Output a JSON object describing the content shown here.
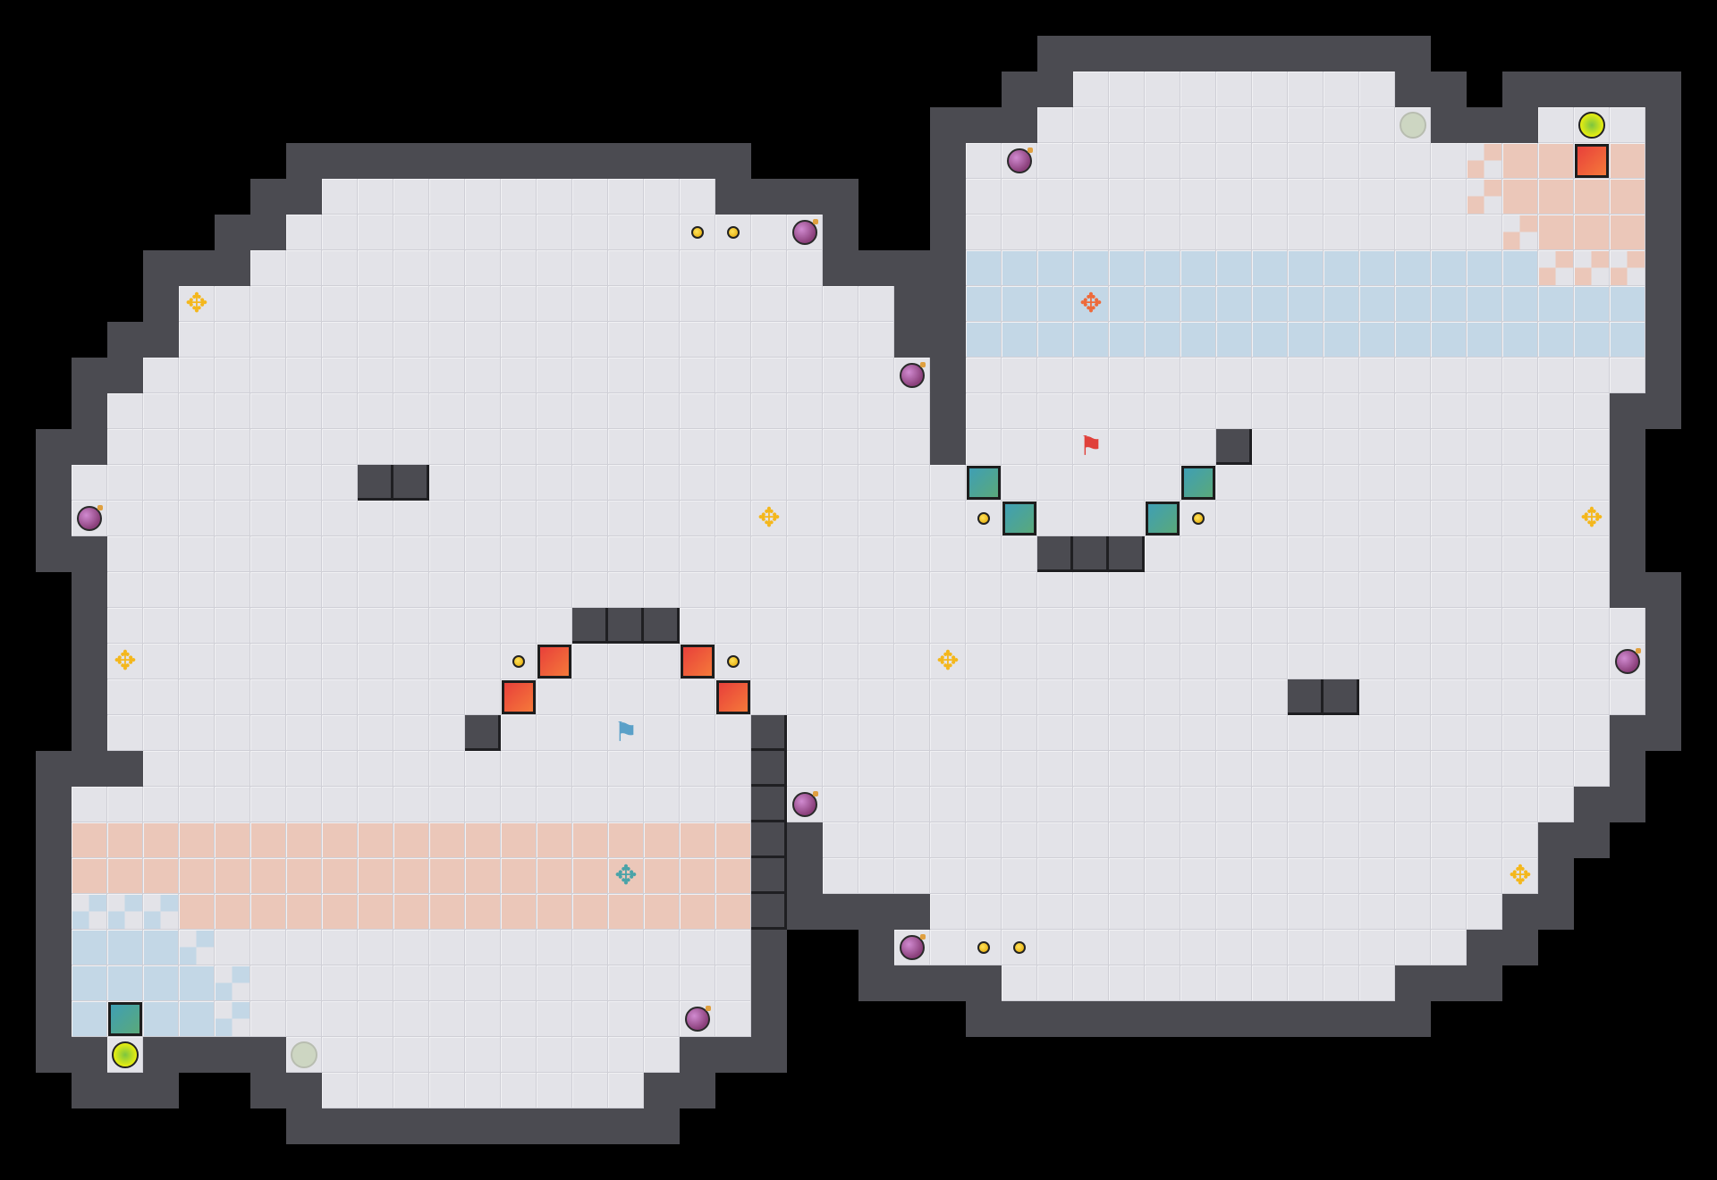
{
  "map": {
    "grid_columns": 48,
    "grid_rows": 33,
    "colors": {
      "background": "#000000",
      "floor": "#e3e3e8",
      "wall": "#4b4b51",
      "red_zone": "#ebc7b9",
      "blue_zone": "#c3d7e6",
      "red_block": "#e8403a",
      "blue_block": "#3f9fb4",
      "boost_neutral": "#f4b71c",
      "boost_red": "#ee6a3a",
      "boost_blue": "#4aa3a8"
    },
    "entity_types": {
      "bomb": "bomb-icon",
      "dot": "yellow-dot-icon",
      "ball": "ball-icon",
      "ghost": "inactive-ball-icon",
      "block_red": "red-team-tile",
      "block_blue": "blue-team-tile",
      "boost": "boost-arrows-icon",
      "flag_red": "red-flag-icon",
      "flag_blue": "blue-flag-icon"
    },
    "glyphs": {
      "boost": "✥",
      "flag": "⚑"
    }
  }
}
